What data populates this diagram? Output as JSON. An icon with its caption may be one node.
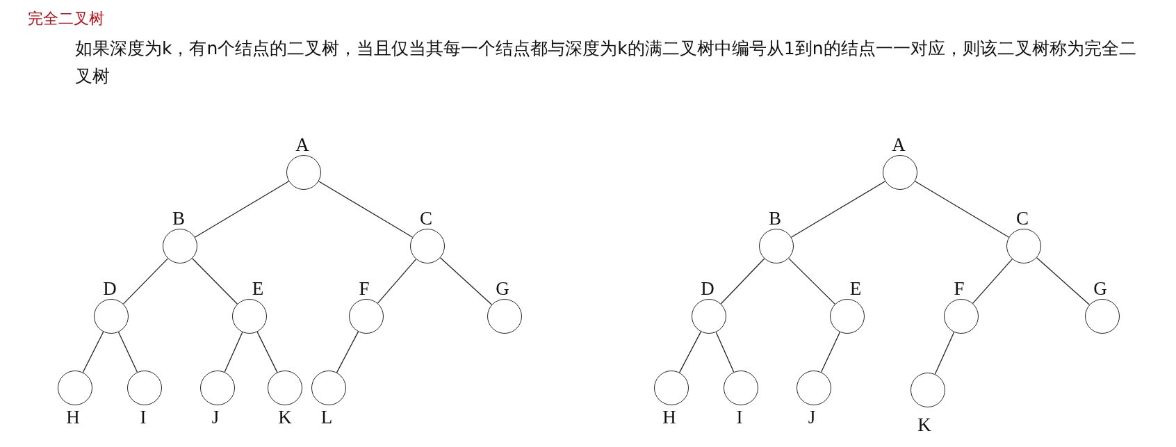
{
  "diagram": {
    "title": "完全二叉树",
    "nodes": [
      {
        "text": [
          "A"
        ]
      },
      {
        "text": [
          "B"
        ]
      },
      {
        "text": [
          "C"
        ]
      },
      {
        "text": [
          "D"
        ]
      },
      {
        "text": [
          "E"
        ]
      },
      {
        "text": [
          "F"
        ]
      },
      {
        "text": [
          "G"
        ]
      },
      {
        "text": [
          "H"
        ]
      },
      {
        "text": [
          "I"
        ]
      },
      {
        "text": [
          "J"
        ]
      },
      {
        "text": [
          "K"
        ]
      },
      {
        "text": [
          "L"
        ]
      },
      {
        "text": [
          "A"
        ]
      },
      {
        "text": [
          "B"
        ]
      },
      {
        "text": [
          "C"
        ]
      },
      {
        "text": [
          "D"
        ]
      },
      {
        "text": [
          "E"
        ]
      },
      {
        "text": [
          "F"
        ]
      },
      {
        "text": [
          "G"
        ]
      },
      {
        "text": [
          "H"
        ]
      },
      {
        "text": [
          "I"
        ]
      },
      {
        "text": [
          "J"
        ]
      },
      {
        "text": [
          "K"
        ]
      }
    ],
    "edges": [
      {
        "from": 0,
        "to": 1,
        "arrow": "none"
      },
      {
        "from": 0,
        "to": 2,
        "arrow": "none"
      },
      {
        "from": 1,
        "to": 3,
        "arrow": "none"
      },
      {
        "from": 1,
        "to": 4,
        "arrow": "none"
      },
      {
        "from": 2,
        "to": 5,
        "arrow": "none"
      },
      {
        "from": 2,
        "to": 6,
        "arrow": "none"
      },
      {
        "from": 3,
        "to": 7,
        "arrow": "none"
      },
      {
        "from": 3,
        "to": 8,
        "arrow": "none"
      },
      {
        "from": 4,
        "to": 9,
        "arrow": "none"
      },
      {
        "from": 4,
        "to": 10,
        "arrow": "none"
      },
      {
        "from": 5,
        "to": 11,
        "arrow": "none"
      },
      {
        "from": 12,
        "to": 13,
        "arrow": "none"
      },
      {
        "from": 12,
        "to": 14,
        "arrow": "none"
      },
      {
        "from": 13,
        "to": 15,
        "arrow": "none"
      },
      {
        "from": 13,
        "to": 16,
        "arrow": "none"
      },
      {
        "from": 14,
        "to": 17,
        "arrow": "none"
      },
      {
        "from": 14,
        "to": 18,
        "arrow": "none"
      },
      {
        "from": 15,
        "to": 19,
        "arrow": "none"
      },
      {
        "from": 15,
        "to": 20,
        "arrow": "none"
      },
      {
        "from": 16,
        "to": 21,
        "arrow": "none"
      },
      {
        "from": 17,
        "to": 22,
        "arrow": "none"
      }
    ],
    "labels": [
      "如果深度为k，有n个结点的二叉树，当且仅当其每一个结点都与深度为k的满二叉树中编号从1到n的结点一一对应，则该二叉树称为完全二叉树"
    ]
  }
}
